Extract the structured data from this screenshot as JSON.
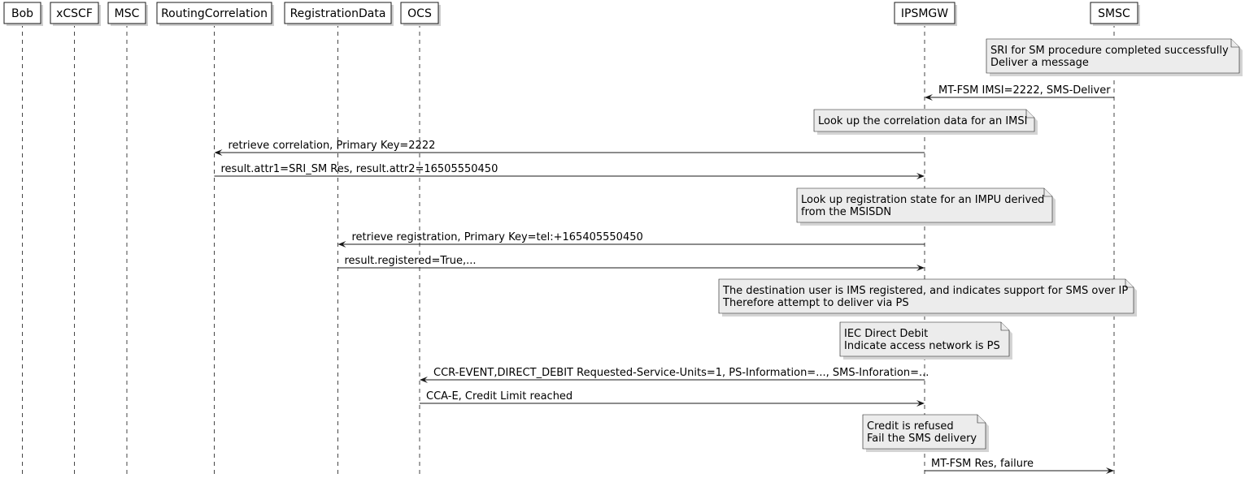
{
  "participants": [
    {
      "id": "bob",
      "label": "Bob"
    },
    {
      "id": "xcscf",
      "label": "xCSCF"
    },
    {
      "id": "msc",
      "label": "MSC"
    },
    {
      "id": "routing",
      "label": "RoutingCorrelation"
    },
    {
      "id": "regdata",
      "label": "RegistrationData"
    },
    {
      "id": "ocs",
      "label": "OCS"
    },
    {
      "id": "ipsmgw",
      "label": "IPSMGW"
    },
    {
      "id": "smsc",
      "label": "SMSC"
    }
  ],
  "steps": [
    {
      "kind": "note",
      "lines": [
        "SRI for SM procedure completed successfully",
        "Deliver a message"
      ]
    },
    {
      "kind": "message",
      "from": "smsc",
      "to": "ipsmgw",
      "label": "MT-FSM IMSI=2222, SMS-Deliver"
    },
    {
      "kind": "note",
      "lines": [
        "Look up the correlation data for an IMSI"
      ]
    },
    {
      "kind": "message",
      "from": "ipsmgw",
      "to": "routing",
      "label": "retrieve correlation, Primary Key=2222"
    },
    {
      "kind": "message",
      "from": "routing",
      "to": "ipsmgw",
      "label": "result.attr1=SRI_SM Res, result.attr2=16505550450"
    },
    {
      "kind": "note",
      "lines": [
        "Look up registration state for an IMPU derived",
        "from the MSISDN"
      ]
    },
    {
      "kind": "message",
      "from": "ipsmgw",
      "to": "regdata",
      "label": "retrieve registration, Primary Key=tel:+165405550450"
    },
    {
      "kind": "message",
      "from": "regdata",
      "to": "ipsmgw",
      "label": "result.registered=True,..."
    },
    {
      "kind": "note",
      "lines": [
        "The destination user is IMS registered, and indicates support for SMS over IP",
        "Therefore attempt to deliver via PS"
      ]
    },
    {
      "kind": "note",
      "lines": [
        "IEC Direct Debit",
        "Indicate access network is PS"
      ]
    },
    {
      "kind": "message",
      "from": "ipsmgw",
      "to": "ocs",
      "label": "CCR-EVENT,DIRECT_DEBIT Requested-Service-Units=1, PS-Information=..., SMS-Inforation=..."
    },
    {
      "kind": "message",
      "from": "ocs",
      "to": "ipsmgw",
      "label": "CCA-E, Credit Limit reached"
    },
    {
      "kind": "note",
      "lines": [
        "Credit is refused",
        "Fail the SMS delivery"
      ]
    },
    {
      "kind": "message",
      "from": "ipsmgw",
      "to": "smsc",
      "label": "MT-FSM Res, failure"
    }
  ]
}
